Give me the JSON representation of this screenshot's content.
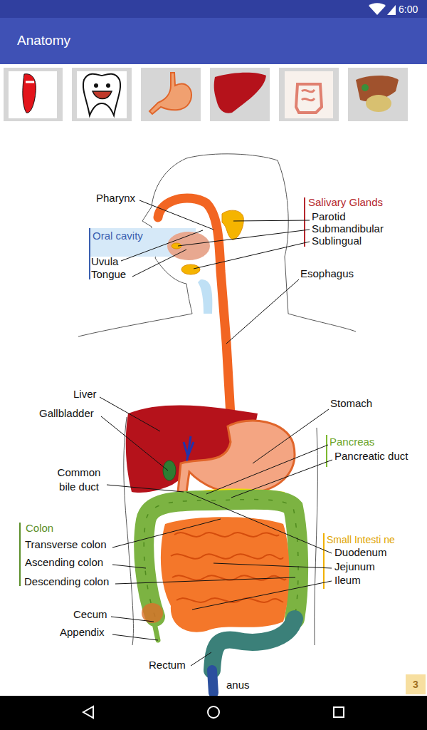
{
  "diagram": {
    "title": "Anatomy",
    "labels": [
      "6:00",
      "Pharynx",
      "Oral cavity",
      "Uvula",
      "Tongue",
      "Salivary Glands",
      "Parotid",
      "Submandibular",
      "Sublingual",
      "Esophagus",
      "Liver",
      "Gallbladder",
      "Stomach",
      "Pancreas",
      "Pancreatic duct",
      "Common bile duct",
      "Colon",
      "Transverse colon",
      "Ascending colon",
      "Descending colon",
      "Small Intesti ne",
      "Duodenum",
      "Jejunum",
      "Ileum",
      "Cecum",
      "Appendix",
      "Rectum",
      "anus",
      "3"
    ]
  }
}
